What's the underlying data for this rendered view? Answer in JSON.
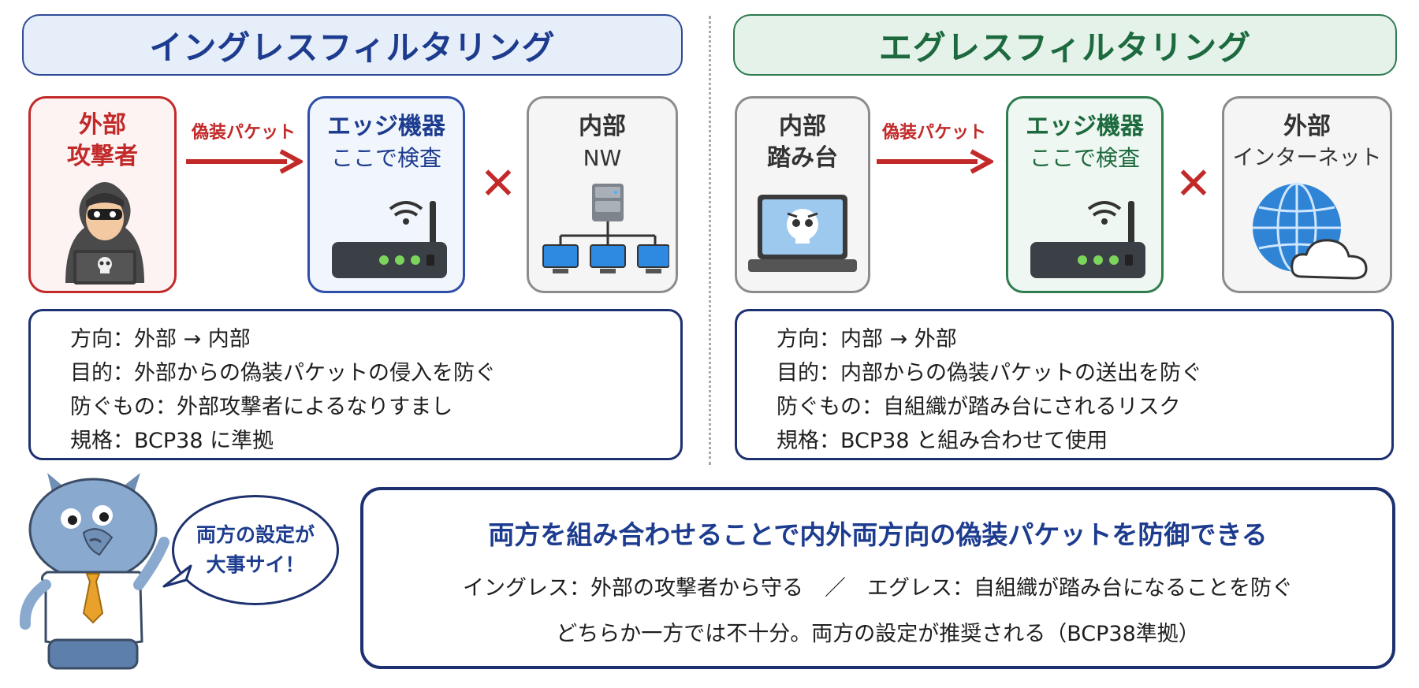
{
  "ingress": {
    "title": "イングレスフィルタリング",
    "source": {
      "line1": "外部",
      "line2": "攻撃者"
    },
    "arrow_label": "偽装パケット",
    "edge": {
      "line1": "エッジ機器",
      "line2": "ここで検査"
    },
    "target": {
      "line1": "内部",
      "line2": "NW"
    },
    "cross": "✕",
    "info": [
      "方向：外部 → 内部",
      "目的：外部からの偽装パケットの侵入を防ぐ",
      "防ぐもの：外部攻撃者によるなりすまし",
      "規格：BCP38 に準拠"
    ]
  },
  "egress": {
    "title": "エグレスフィルタリング",
    "source": {
      "line1": "内部",
      "line2": "踏み台"
    },
    "arrow_label": "偽装パケット",
    "edge": {
      "line1": "エッジ機器",
      "line2": "ここで検査"
    },
    "target": {
      "line1": "外部",
      "line2": "インターネット"
    },
    "cross": "✕",
    "info": [
      "方向：内部 → 外部",
      "目的：内部からの偽装パケットの送出を防ぐ",
      "防ぐもの：自組織が踏み台にされるリスク",
      "規格：BCP38 と組み合わせて使用"
    ]
  },
  "mascot_bubble": {
    "line1": "両方の設定が",
    "line2": "大事サイ！"
  },
  "summary": {
    "headline": "両方を組み合わせることで内外両方向の偽装パケットを防御できる",
    "line1": "イングレス：外部の攻撃者から守る　／　エグレス：自組織が踏み台になることを防ぐ",
    "line2": "どちらか一方では不十分。両方の設定が推奨される（BCP38準拠）"
  },
  "colors": {
    "ingress_accent": "#1d3c8f",
    "egress_accent": "#1d6a3e",
    "attack_red": "#c22a2a",
    "panel_navy": "#1d3070"
  },
  "icons": [
    "hacker-icon",
    "router-icon",
    "network-icon",
    "infected-laptop-icon",
    "globe-cloud-icon",
    "mascot-rhino-icon"
  ]
}
